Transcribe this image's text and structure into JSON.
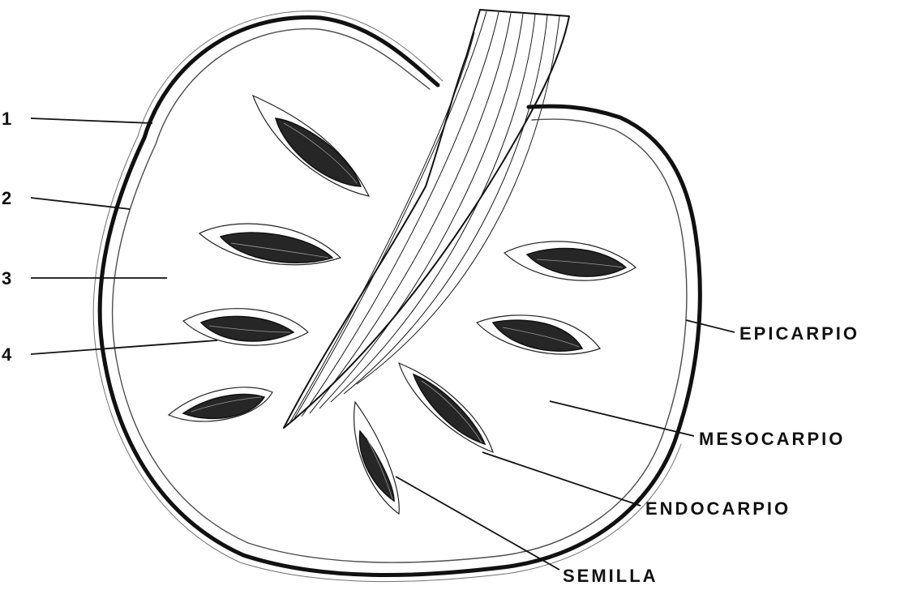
{
  "figure": {
    "number_labels": [
      "1",
      "2",
      "3",
      "4"
    ],
    "term_labels": [
      "EPICARPIO",
      "MESOCARPIO",
      "ENDOCARPIO",
      "SEMILLA"
    ]
  },
  "colors": {
    "ink": "#111111",
    "background": "#ffffff",
    "seed_fill": "#262626"
  }
}
